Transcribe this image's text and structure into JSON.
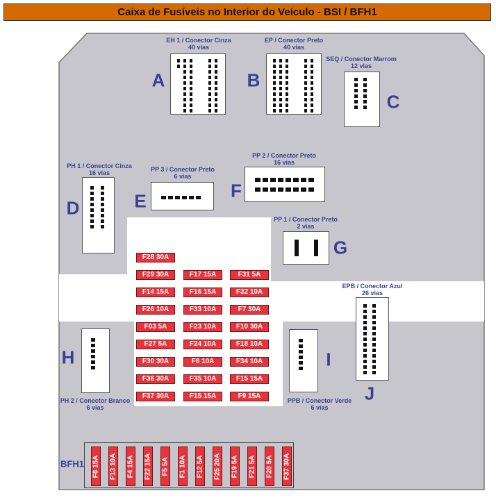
{
  "title": "Caixa de Fusíveis no Interior do Veículo - BSI / BFH1",
  "connectors": {
    "A": {
      "letter": "A",
      "name": "EH 1 / Conector Cinza",
      "vias": "40 vias"
    },
    "B": {
      "letter": "B",
      "name": "EP / Conector Preto",
      "vias": "40 vias"
    },
    "C": {
      "letter": "C",
      "name": "SEQ / Conector Marrom",
      "vias": "12 vias"
    },
    "D": {
      "letter": "D",
      "name": "PH 1 / Conector Cinza",
      "vias": "16 vias"
    },
    "E": {
      "letter": "E",
      "name": "PP 3 / Conector Preto",
      "vias": "6 vias"
    },
    "F": {
      "letter": "F",
      "name": "PP 2 / Conector Preto",
      "vias": "16 vias"
    },
    "G": {
      "letter": "G",
      "name": "PP 1 / Conector Preto",
      "vias": "2 vias"
    },
    "J": {
      "letter": "J",
      "name": "EPB / Conector Azul",
      "vias": "26 vias"
    },
    "H": {
      "letter": "H",
      "name": "PH 2 / Conector Branco",
      "vias": "6 vias"
    },
    "I": {
      "letter": "I",
      "name": "PPB / Conector Verde",
      "vias": "6 vias"
    }
  },
  "fuse_grid": [
    [
      "F28 30A",
      null,
      null
    ],
    [
      "F29 30A",
      "F17 15A",
      "F31 5A"
    ],
    [
      "F14 15A",
      "F16 15A",
      "F32 10A"
    ],
    [
      "F26 10A",
      "F33 10A",
      "F7 30A"
    ],
    [
      "F03 5A",
      "F23 10A",
      "F10 30A"
    ],
    [
      "F27 5A",
      "F24 10A",
      "F18 10A"
    ],
    [
      "F30 30A",
      "F6 10A",
      "F34 10A"
    ],
    [
      "F36 30A",
      "F35 10A",
      "F15 15A"
    ],
    [
      "F37 30A",
      "F15 15A",
      "F9 15A"
    ]
  ],
  "bfh1": {
    "label": "BFH1",
    "fuses": [
      "F8 15A",
      "F13 10A",
      "F4 15A",
      "F22 15A",
      "F5 5A",
      "F1 10A",
      "F12 5A",
      "F25 20A",
      "F19 5A",
      "F21 5A",
      "F20 5A",
      "F37 30A"
    ]
  },
  "colors": {
    "title_bar": "#d46a00",
    "fuse": "#e8323c",
    "board": "#c6c6cc",
    "label": "#3a3f8f"
  }
}
